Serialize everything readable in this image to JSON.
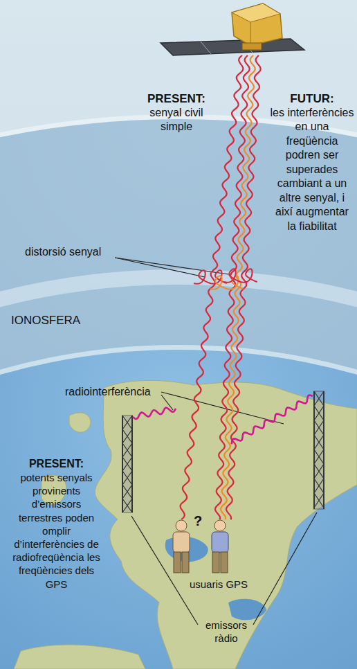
{
  "diagram": {
    "labels": [
      "PRESENT:",
      "senyal civil simple",
      "FUTUR:",
      "les interferències en una freqüència podren ser superades cambiant a un altre senyal, i així augmentar la fiabilitat",
      "distorsió senyal",
      "IONOSFERA",
      "radiointerferència",
      "PRESENT:",
      "potents senyals provinents d’emissors terrestres poden omplir d’interferències de radiofreqüència les freqüències dels GPS",
      "?",
      "usuaris GPS",
      "emissors ràdio"
    ]
  }
}
